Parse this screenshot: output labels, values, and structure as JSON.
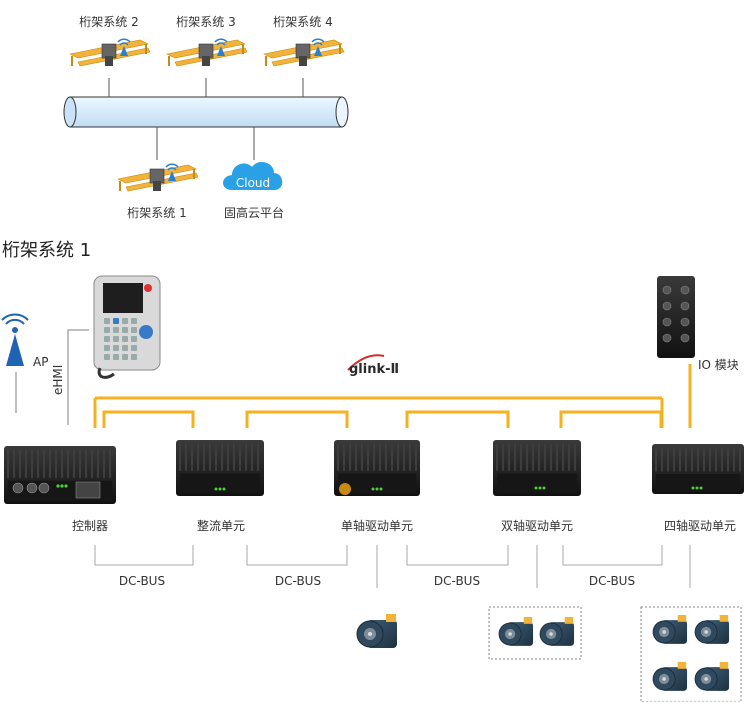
{
  "network": {
    "gantries": [
      {
        "label": "桁架系统 2"
      },
      {
        "label": "桁架系统 3"
      },
      {
        "label": "桁架系统 4"
      },
      {
        "label": "桁架系统 1"
      }
    ],
    "cloud": {
      "text": "Cloud",
      "label": "固高云平台"
    }
  },
  "system": {
    "title": "桁架系统 1",
    "ap_label": "AP",
    "ehmi_label": "eHMI",
    "glink_label": "glink-Ⅱ",
    "io_label": "IO 模块",
    "units": [
      {
        "label": "控制器"
      },
      {
        "label": "整流单元"
      },
      {
        "label": "单轴驱动单元"
      },
      {
        "label": "双轴驱动单元"
      },
      {
        "label": "四轴驱动单元"
      }
    ],
    "dcbus_labels": [
      "DC-BUS",
      "DC-BUS",
      "DC-BUS",
      "DC-BUS"
    ]
  },
  "colors": {
    "bus": "#f5b21f",
    "line": "#aaaaaa",
    "cloud": "#2aa1e6",
    "pipe": "#d9ecfb",
    "gantry": "#f2b33b",
    "device": "#1c1c1c",
    "motor": "#2e4a5e"
  }
}
